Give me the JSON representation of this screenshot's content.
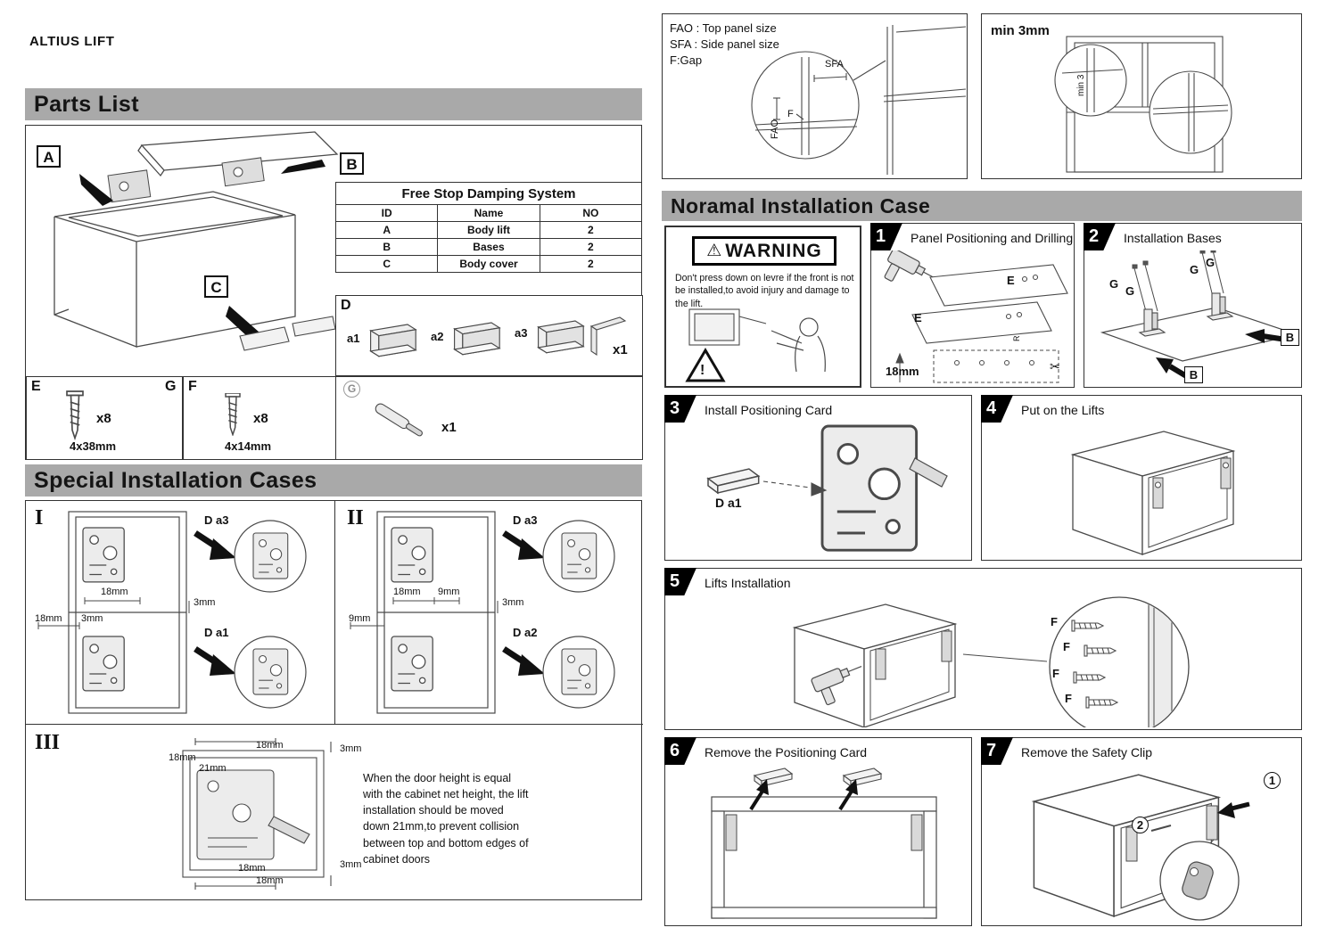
{
  "brand": "ALTIUS LIFT",
  "icons": {
    "warning": "⚠",
    "exclamation": "!",
    "scissors": "✂"
  },
  "parts": {
    "title": "Parts List",
    "label_a": "A",
    "label_b": "B",
    "label_c": "C",
    "table": {
      "title": "Free Stop Damping System",
      "col_id": "ID",
      "col_name": "Name",
      "col_no": "NO",
      "rows": [
        {
          "id": "A",
          "name": "Body lift",
          "no": "2"
        },
        {
          "id": "B",
          "name": "Bases",
          "no": "2"
        },
        {
          "id": "C",
          "name": "Body cover",
          "no": "2"
        }
      ]
    },
    "d": {
      "label": "D",
      "a1": "a1",
      "a2": "a2",
      "a3": "a3",
      "qty": "x1"
    },
    "e": {
      "label": "E",
      "corner_label": "G",
      "qty": "x8",
      "size": "4x38mm"
    },
    "f": {
      "label": "F",
      "qty": "x8",
      "size": "4x14mm"
    },
    "g": {
      "label": "G",
      "qty": "x1"
    }
  },
  "special": {
    "title": "Special Installation Cases",
    "case1": {
      "numeral": "I",
      "callout_top": "D a3",
      "callout_bottom": "D a1",
      "dim_top": "18mm",
      "dim_top_right": "3mm",
      "dim_bottom_left": "18mm",
      "dim_bottom": "3mm"
    },
    "case2": {
      "numeral": "II",
      "callout_top": "D a3",
      "callout_bottom": "D a2",
      "dim_top1": "18mm",
      "dim_top2": "9mm",
      "dim_top_right": "3mm",
      "dim_left": "9mm"
    },
    "case3": {
      "numeral": "III",
      "dim_top": "18mm",
      "dim_top_right": "3mm",
      "dim_left": "18mm",
      "dim_offset": "21mm",
      "dim_bottom1": "18mm",
      "dim_bottom_right": "3mm",
      "dim_bottom2": "18mm",
      "note": "When the door height is equal with the cabinet net height, the lift installation should be moved down 21mm,to prevent collision between top and bottom edges of cabinet doors"
    }
  },
  "panel_size": {
    "legend1": "FAO : Top panel size",
    "legend2": "SFA : Side panel size",
    "legend3": "F:Gap",
    "sfa": "SFA",
    "fao": "FAO",
    "f": "F"
  },
  "min_gap": {
    "label": "min 3mm",
    "vertical": "min 3"
  },
  "normal": {
    "title": "Noramal Installation Case",
    "warning": {
      "title": "WARNING",
      "body": "Don't press down on levre if the front is not be installed,to avoid injury and damage to the lift."
    },
    "step1": {
      "num": "1",
      "title": "Panel Positioning and Drilling",
      "e": "E",
      "dim": "18mm",
      "r": "R"
    },
    "step2": {
      "num": "2",
      "title": "Installation Bases",
      "g": "G",
      "b": "B"
    },
    "step3": {
      "num": "3",
      "title": "Install  Positioning Card",
      "card": "D a1"
    },
    "step4": {
      "num": "4",
      "title": "Put on the Lifts"
    },
    "step5": {
      "num": "5",
      "title": "Lifts Installation",
      "f": "F"
    },
    "step6": {
      "num": "6",
      "title": "Remove the Positioning Card"
    },
    "step7": {
      "num": "7",
      "title": "Remove the Safety Clip",
      "n1": "1",
      "n2": "2"
    }
  }
}
